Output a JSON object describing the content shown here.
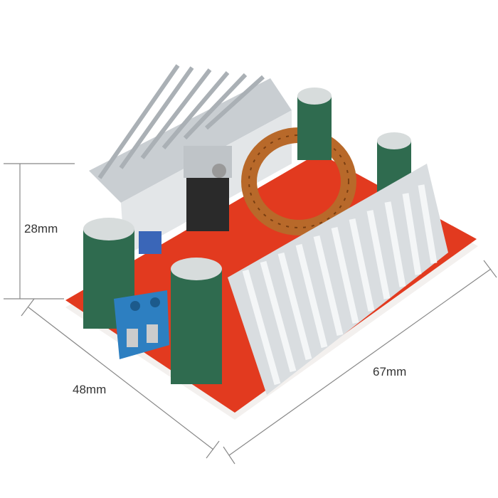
{
  "dimensions": {
    "height": "28mm",
    "width": "48mm",
    "length": "67mm"
  },
  "colors": {
    "pcb": "#e23a1f",
    "heatsink": "#d9dde0",
    "capacitor": "#2f6b4f",
    "terminal": "#2d7fc1",
    "coil": "#b8692a"
  }
}
